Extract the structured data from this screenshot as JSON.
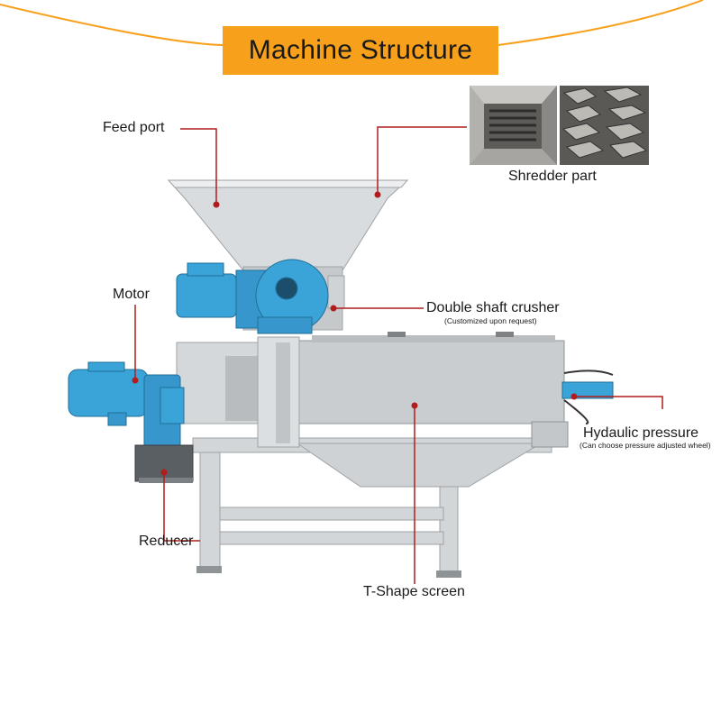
{
  "title": "Machine Structure",
  "colors": {
    "banner": "#f7a01c",
    "arc": "#f7a01c",
    "leader": "#b11d1d",
    "motor_blue": "#3aa3d8",
    "steel": "#c9cdd0"
  },
  "labels": {
    "feed_port": "Feed port",
    "shredder_part": "Shredder part",
    "motor": "Motor",
    "double_shaft_crusher": "Double shaft crusher",
    "double_shaft_crusher_note": "(Customized upon request)",
    "hydraulic_pressure": "Hydaulic pressure",
    "hydraulic_pressure_note": "(Can choose pressure adjusted wheel)",
    "reducer": "Reducer",
    "t_shape_screen": "T-Shape screen"
  }
}
